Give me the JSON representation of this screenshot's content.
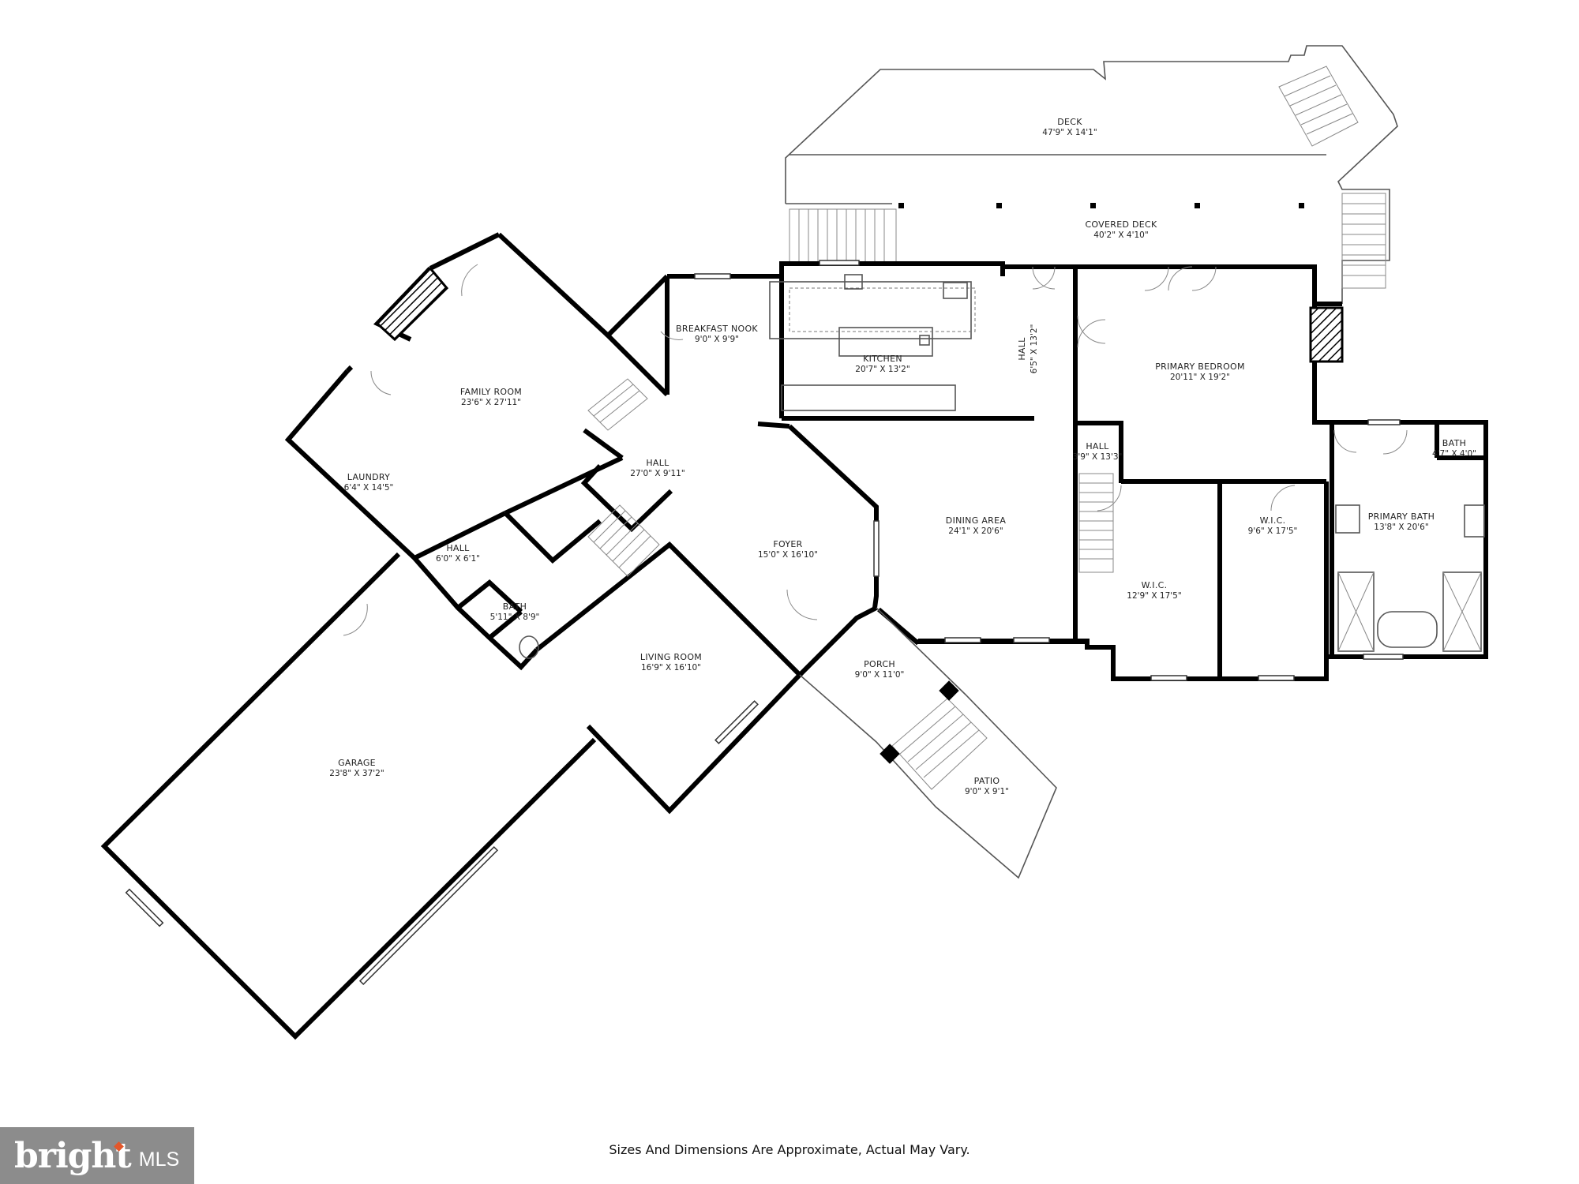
{
  "disclaimer": "Sizes And Dimensions Are Approximate, Actual May Vary.",
  "brand": {
    "word": "bright",
    "suffix": "MLS",
    "accent_color": "#e3572b",
    "bg_color": "#8c8c8c"
  },
  "rooms": {
    "deck": {
      "name": "DECK",
      "dims": "47'9\" X 14'1\""
    },
    "covered_deck": {
      "name": "COVERED DECK",
      "dims": "40'2\" X 4'10\""
    },
    "breakfast_nook": {
      "name": "BREAKFAST NOOK",
      "dims": "9'0\" X 9'9\""
    },
    "kitchen": {
      "name": "KITCHEN",
      "dims": "20'7\" X 13'2\""
    },
    "hall_a": {
      "name": "HALL",
      "dims": "6'5\" X 13'2\""
    },
    "primary_bedroom": {
      "name": "PRIMARY BEDROOM",
      "dims": "20'11\" X 19'2\""
    },
    "family_room": {
      "name": "FAMILY ROOM",
      "dims": "23'6\" X 27'11\""
    },
    "hall_b": {
      "name": "HALL",
      "dims": "27'0\" X 9'11\""
    },
    "hall_c": {
      "name": "HALL",
      "dims": "3'9\" X 13'3\""
    },
    "bath_a": {
      "name": "BATH",
      "dims": "4'7\" X 4'0\""
    },
    "laundry": {
      "name": "LAUNDRY",
      "dims": "6'4\" X 14'5\""
    },
    "dining_area": {
      "name": "DINING AREA",
      "dims": "24'1\" X 20'6\""
    },
    "wic_a": {
      "name": "W.I.C.",
      "dims": "9'6\" X 17'5\""
    },
    "primary_bath": {
      "name": "PRIMARY BATH",
      "dims": "13'8\" X 20'6\""
    },
    "hall_d": {
      "name": "HALL",
      "dims": "6'0\" X 6'1\""
    },
    "foyer": {
      "name": "FOYER",
      "dims": "15'0\" X 16'10\""
    },
    "bath_b": {
      "name": "BATH",
      "dims": "5'11\" X 8'9\""
    },
    "wic_b": {
      "name": "W.I.C.",
      "dims": "12'9\" X 17'5\""
    },
    "porch": {
      "name": "PORCH",
      "dims": "9'0\" X 11'0\""
    },
    "living_room": {
      "name": "LIVING ROOM",
      "dims": "16'9\" X 16'10\""
    },
    "patio": {
      "name": "PATIO",
      "dims": "9'0\" X 9'1\""
    },
    "garage": {
      "name": "GARAGE",
      "dims": "23'8\" X 37'2\""
    }
  }
}
